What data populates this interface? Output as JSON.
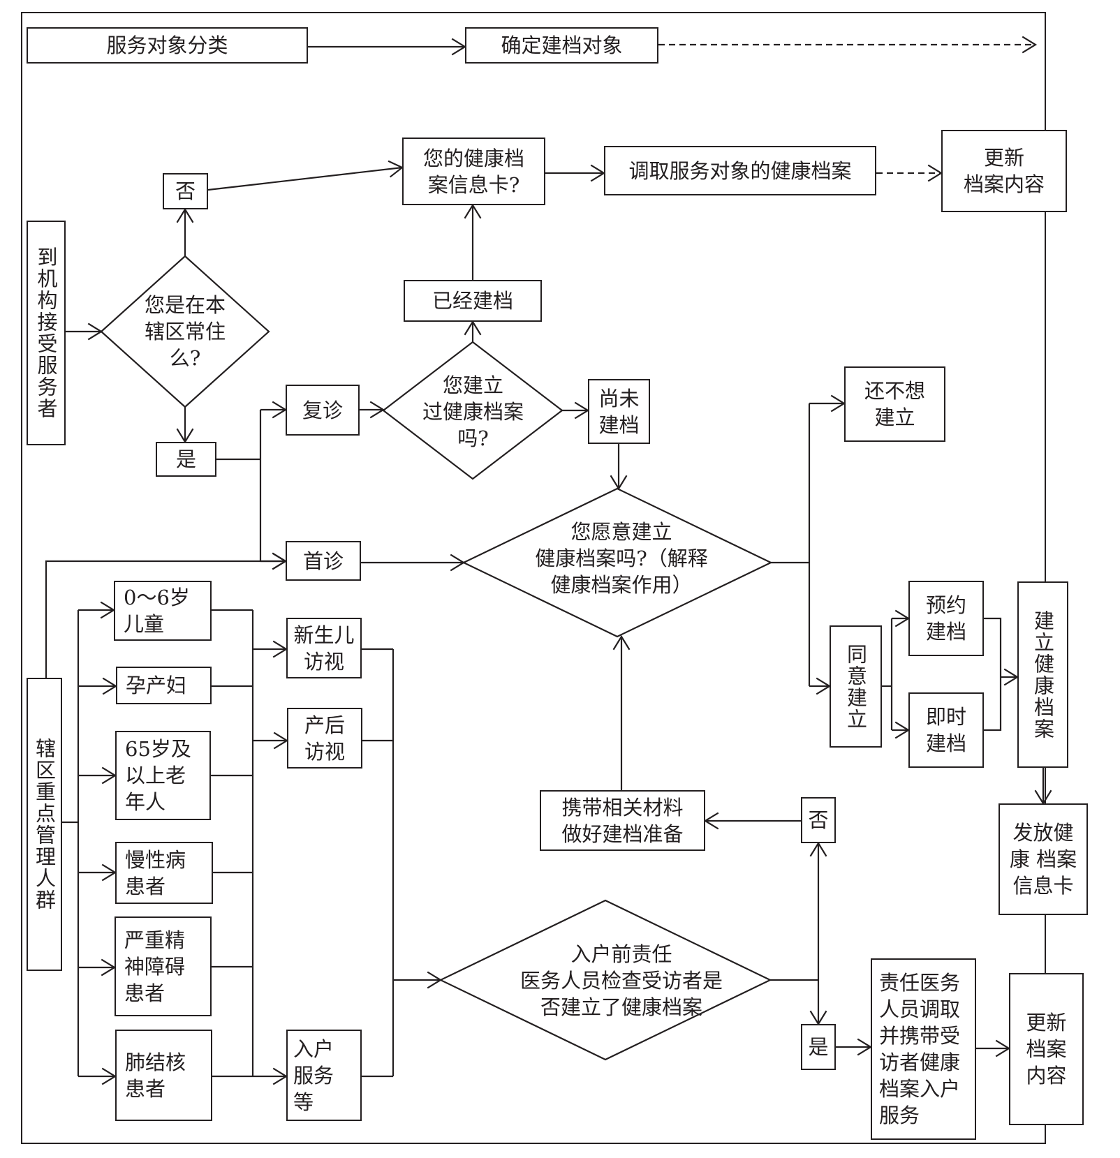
{
  "diagram": {
    "type": "flowchart",
    "language": "zh-CN",
    "header": {
      "classify": "服务对象分类",
      "determine": "确定建档对象"
    },
    "nodes": {
      "arrive": "到机构接受服务者",
      "resident_q": "您是在本\n辖区常住\n么?",
      "no_top": "否",
      "yes_top": "是",
      "info_card_q": "您的健康档\n案信息卡?",
      "retrieve": "调取服务对象的健康档案",
      "update_top": "更新\n档案内容",
      "already": "已经建档",
      "revisit": "复诊",
      "built_q": "您建立\n过健康档案\n吗?",
      "not_yet": "尚未\n建档",
      "first_visit": "首诊",
      "willing_q": "您愿意建立\n健康档案吗?（解释\n健康档案作用）",
      "not_want": "还不想\n建立",
      "agree": "同意建立",
      "appointment": "预约\n建档",
      "immediate": "即时\n建档",
      "establish": "建立健康档案",
      "issue_card": "发放健康\n档案\n信息卡",
      "key_groups": "辖区重点管理人群",
      "children": "0～6岁\n儿童",
      "pregnant": "孕产妇",
      "elderly": "65岁及\n以上老\n年人",
      "chronic": "慢性病\n患者",
      "mental": "严重精\n神障碍\n患者",
      "tb": "肺结核\n患者",
      "newborn_visit": "新生儿\n访视",
      "postpartum_visit": "产后\n访视",
      "home_service": "入户\n服务\n等",
      "prepare": "携带相关材料\n做好建档准备",
      "no_bottom": "否",
      "home_check_q": "入户前责任\n医务人员检查受访者是\n否建立了健康档案",
      "yes_bottom": "是",
      "staff_retrieve": "责任医务\n人员调取\n并携带受\n访者健康\n档案入户\n服务",
      "update_bottom": "更新\n档案\n内容"
    },
    "edges": [
      [
        "classify",
        "determine",
        "solid"
      ],
      [
        "determine",
        "(continues)",
        "dashed"
      ],
      [
        "arrive",
        "resident_q",
        "solid"
      ],
      [
        "resident_q",
        "no_top",
        "solid"
      ],
      [
        "resident_q",
        "yes_top",
        "solid"
      ],
      [
        "no_top",
        "info_card_q",
        "solid"
      ],
      [
        "info_card_q",
        "retrieve",
        "solid"
      ],
      [
        "retrieve",
        "update_top",
        "dashed"
      ],
      [
        "yes_top",
        "revisit",
        "solid"
      ],
      [
        "yes_top",
        "first_visit",
        "solid"
      ],
      [
        "revisit",
        "built_q",
        "solid"
      ],
      [
        "built_q",
        "already",
        "solid"
      ],
      [
        "already",
        "info_card_q",
        "solid"
      ],
      [
        "built_q",
        "not_yet",
        "solid"
      ],
      [
        "not_yet",
        "willing_q",
        "solid"
      ],
      [
        "key_groups",
        "first_visit",
        "solid"
      ],
      [
        "first_visit",
        "willing_q",
        "solid"
      ],
      [
        "willing_q",
        "not_want",
        "solid"
      ],
      [
        "willing_q",
        "agree",
        "solid"
      ],
      [
        "agree",
        "appointment",
        "solid"
      ],
      [
        "agree",
        "immediate",
        "solid"
      ],
      [
        "appointment",
        "establish",
        "solid"
      ],
      [
        "immediate",
        "establish",
        "solid"
      ],
      [
        "establish",
        "issue_card",
        "solid"
      ],
      [
        "key_groups",
        "children",
        "solid"
      ],
      [
        "key_groups",
        "pregnant",
        "solid"
      ],
      [
        "key_groups",
        "elderly",
        "solid"
      ],
      [
        "key_groups",
        "chronic",
        "solid"
      ],
      [
        "key_groups",
        "mental",
        "solid"
      ],
      [
        "key_groups",
        "tb",
        "solid"
      ],
      [
        "groups_bus",
        "newborn_visit",
        "solid"
      ],
      [
        "groups_bus",
        "postpartum_visit",
        "solid"
      ],
      [
        "groups_bus",
        "home_service",
        "solid"
      ],
      [
        "visits_bus",
        "home_check_q",
        "solid"
      ],
      [
        "home_check_q",
        "no_bottom",
        "solid"
      ],
      [
        "home_check_q",
        "yes_bottom",
        "solid"
      ],
      [
        "no_bottom",
        "prepare",
        "solid"
      ],
      [
        "prepare",
        "willing_q",
        "solid"
      ],
      [
        "yes_bottom",
        "staff_retrieve",
        "solid"
      ],
      [
        "staff_retrieve",
        "update_bottom",
        "solid"
      ]
    ]
  }
}
